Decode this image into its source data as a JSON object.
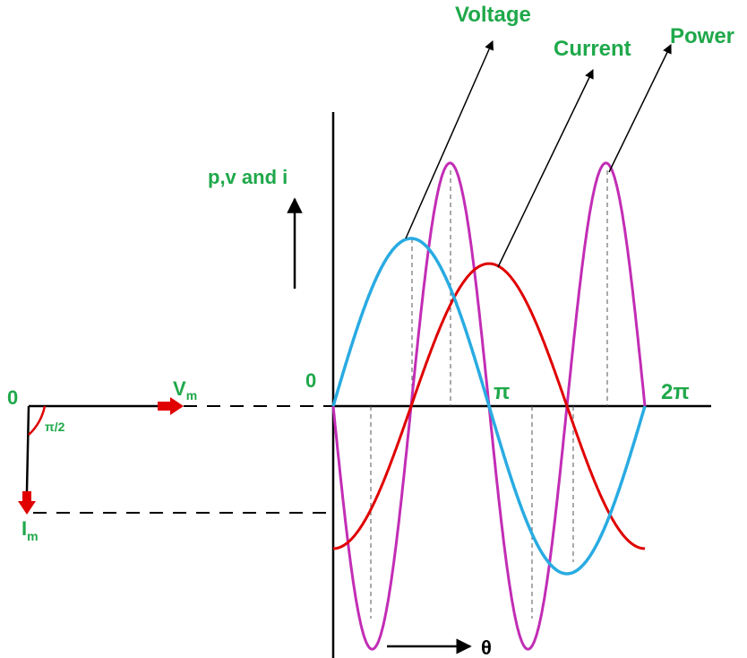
{
  "labels": {
    "voltage": "Voltage",
    "current": "Current",
    "power": "Power",
    "y_axis": "p,v and i",
    "origin_graph": "0",
    "pi": "π",
    "two_pi": "2π",
    "theta": "θ",
    "origin_phasor": "0",
    "vm_main": "V",
    "vm_sub": "m",
    "im_main": "I",
    "im_sub": "m",
    "phase_angle": "π/2"
  },
  "colors": {
    "voltage": "#29abe2",
    "current": "#e00000",
    "power": "#c22db5",
    "label": "#1fa84a",
    "axis": "#000000",
    "phasor_arrow": "#e00000"
  },
  "curves": {
    "voltage": {
      "amplitude": 1.0,
      "phase_deg": 0,
      "cycles": 1
    },
    "current": {
      "amplitude": 0.85,
      "phase_deg": -90,
      "cycles": 1
    },
    "power": {
      "amplitude": 1.45,
      "phase_deg": 0,
      "cycles": 2
    }
  }
}
